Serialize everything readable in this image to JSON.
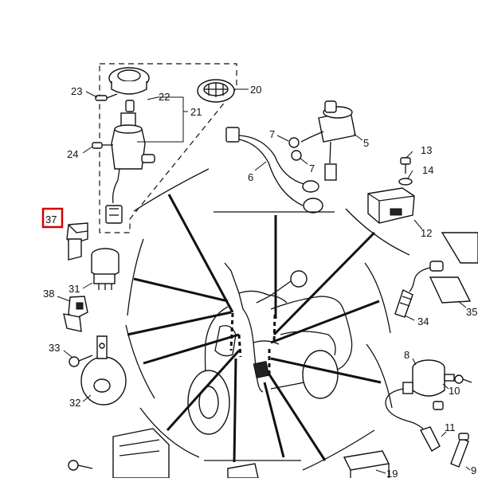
{
  "diagram": {
    "labels": [
      {
        "id": "23",
        "text": "23"
      },
      {
        "id": "22",
        "text": "22"
      },
      {
        "id": "21",
        "text": "21"
      },
      {
        "id": "20",
        "text": "20"
      },
      {
        "id": "24",
        "text": "24"
      },
      {
        "id": "7a",
        "text": "7"
      },
      {
        "id": "7b",
        "text": "7"
      },
      {
        "id": "5",
        "text": "5"
      },
      {
        "id": "6",
        "text": "6"
      },
      {
        "id": "13",
        "text": "13"
      },
      {
        "id": "14",
        "text": "14"
      },
      {
        "id": "12",
        "text": "12"
      },
      {
        "id": "37",
        "text": "37"
      },
      {
        "id": "31",
        "text": "31"
      },
      {
        "id": "38",
        "text": "38"
      },
      {
        "id": "35",
        "text": "35"
      },
      {
        "id": "34",
        "text": "34"
      },
      {
        "id": "33",
        "text": "33"
      },
      {
        "id": "8",
        "text": "8"
      },
      {
        "id": "10",
        "text": "10"
      },
      {
        "id": "32",
        "text": "32"
      },
      {
        "id": "11",
        "text": "11"
      },
      {
        "id": "9",
        "text": "9"
      },
      {
        "id": "19",
        "text": "19"
      }
    ],
    "highlighted": "37"
  }
}
